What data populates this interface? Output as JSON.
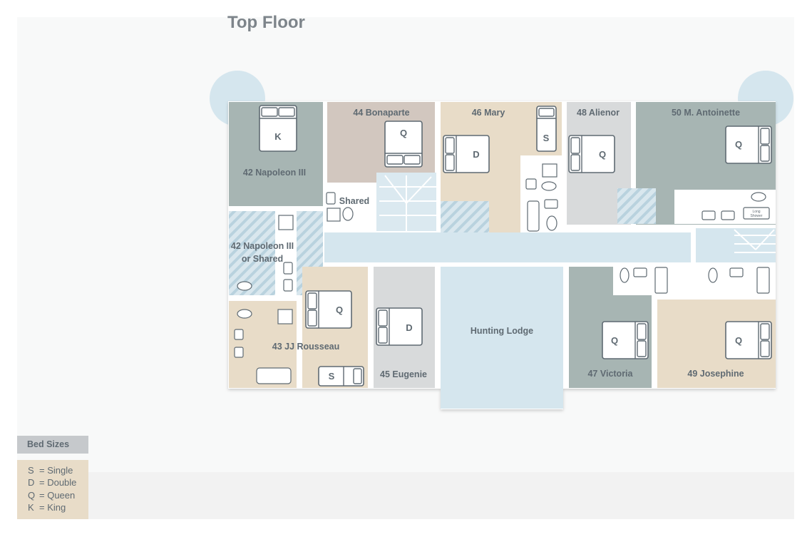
{
  "page": {
    "title": "Top Floor"
  },
  "rooms": {
    "r42": "42 Napoleon III",
    "r42_shared_l1": "42 Napoleon III",
    "r42_shared_l2": "or Shared",
    "r44": "44 Bonaparte",
    "r46": "46 Mary",
    "r48": "48 Alienor",
    "r50": "50 M. Antoinette",
    "shared": "Shared",
    "r43": "43 JJ Rousseau",
    "r45": "45 Eugenie",
    "lodge": "Hunting Lodge",
    "r47": "47 Victoria",
    "r49": "49 Josephine"
  },
  "beds": {
    "r42": "K",
    "r44": "Q",
    "r46a": "D",
    "r46b": "S",
    "r48": "Q",
    "r50": "Q",
    "r43a": "Q",
    "r43b": "S",
    "r45": "D",
    "r47": "Q",
    "r49": "Q"
  },
  "fixtures": {
    "long_shower_l1": "Long",
    "long_shower_l2": "Shower"
  },
  "legend": {
    "title": "Bed Sizes",
    "items": [
      {
        "key": "S",
        "value": "= Single"
      },
      {
        "key": "D",
        "value": "= Double"
      },
      {
        "key": "Q",
        "value": "= Queen"
      },
      {
        "key": "K",
        "value": "= King"
      }
    ]
  },
  "colors": {
    "grey_room": "#a7b5b3",
    "tan_room": "#e8dcc8",
    "brown_room": "#d2c7bf",
    "light_grey_room": "#d8dadb",
    "corridor": "#d5e6ee",
    "stair": "#dbe9f0",
    "wall": "#ffffff",
    "text": "#5f6a72"
  }
}
